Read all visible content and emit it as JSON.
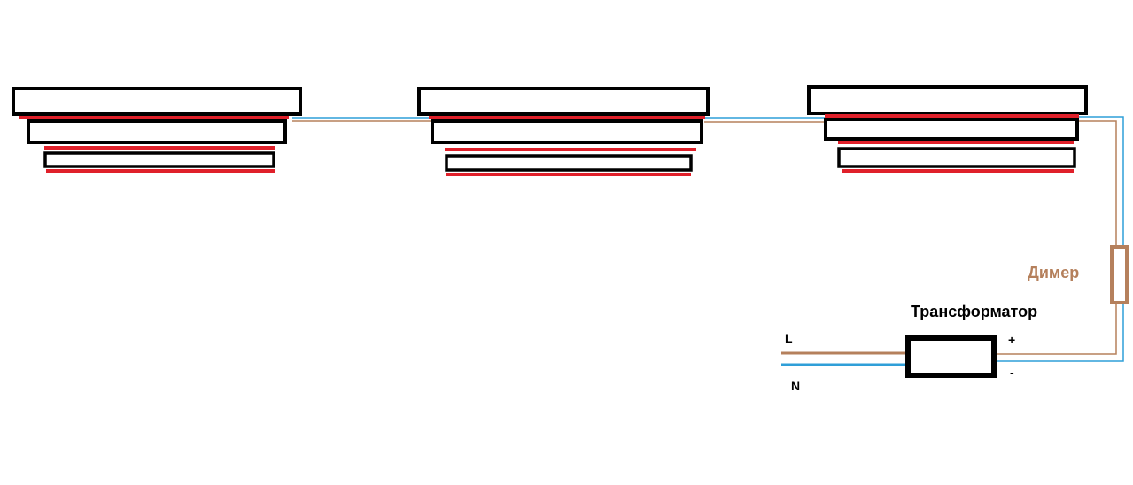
{
  "labels": {
    "dimmer": "Димер",
    "transformer": "Трансформатор",
    "line": "L",
    "neutral": "N",
    "plus": "+",
    "minus": "-"
  },
  "colors": {
    "outline": "#000000",
    "led_strip": "#e0202a",
    "wire_brown": "#b5805c",
    "wire_blue": "#2f9fd8",
    "background": "#ffffff"
  },
  "fixtures": [
    {
      "id": "fixture-1",
      "tiers": 3
    },
    {
      "id": "fixture-2",
      "tiers": 3
    },
    {
      "id": "fixture-3",
      "tiers": 3
    }
  ]
}
